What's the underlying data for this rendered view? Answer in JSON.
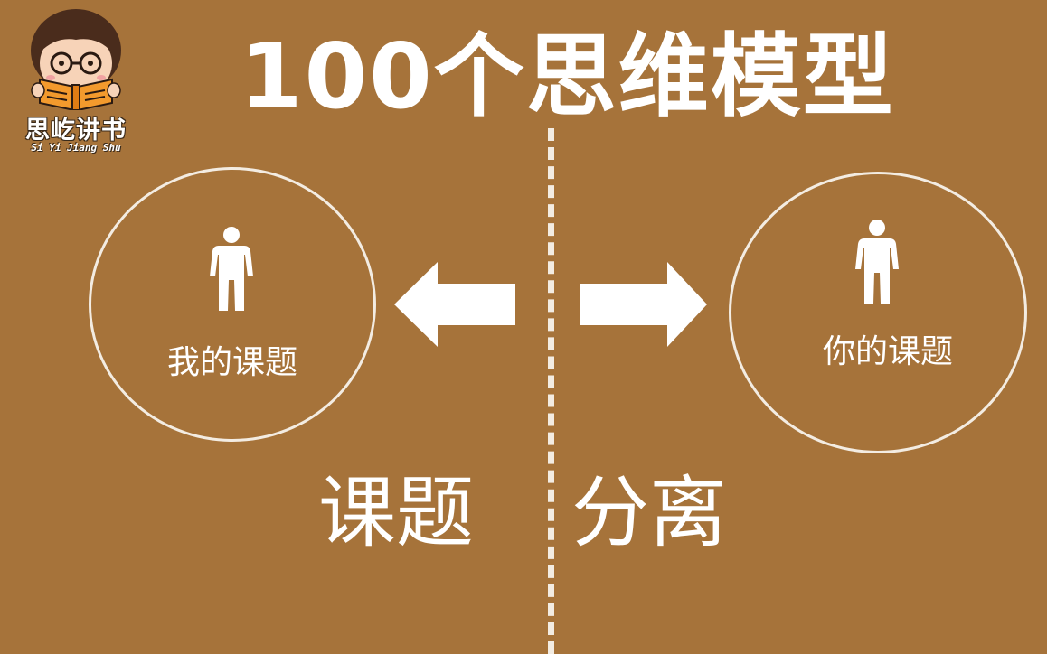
{
  "logo": {
    "name_cn": "思屹讲书",
    "name_en": "Si Yi Jiang Shu"
  },
  "title": "100个思维模型",
  "left_circle": {
    "label": "我的课题",
    "icon": "person-icon"
  },
  "right_circle": {
    "label": "你的课题",
    "icon": "person-icon"
  },
  "arrows": {
    "left": "arrow-left-icon",
    "right": "arrow-right-icon"
  },
  "bottom": {
    "left": "课题",
    "right": "分离"
  },
  "colors": {
    "background": "#a6733a",
    "foreground": "#ffffff",
    "line": "#f3ece2",
    "logo_book": "#f39a2d"
  }
}
